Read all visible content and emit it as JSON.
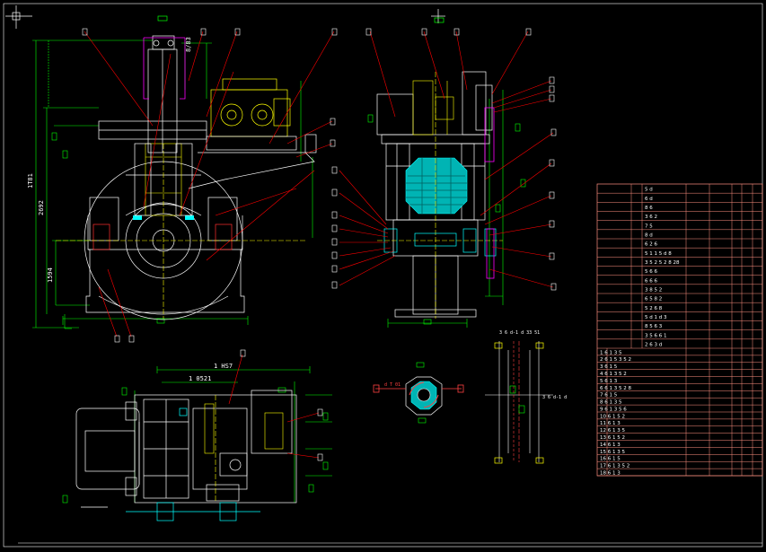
{
  "drawing": {
    "dim_front_total": "1T81",
    "dim_front_mid": "2692",
    "dim_front_lower": "1594",
    "dim_top": "8/83",
    "dim_plan_outer": "1 HS7",
    "dim_plan_inner": "1 0521",
    "section_label_upper": "3 6 d-1 d 33 51",
    "section_label_right": "3 6 d-1 d",
    "pin_label": "d T 01"
  },
  "table": {
    "upper_rows": [
      "5 d",
      "6 d",
      "8 6",
      "3 6 2",
      "7 5",
      "8 d",
      "6 2 6",
      "5 1 1 5 d 8",
      "3 5 2 5 2 8 28",
      "5 6 6",
      "6 6 6",
      "3 8 5 2",
      "6 5 8 2",
      "5 2 6 8",
      "5 d 1 d 3",
      "8 5 6 3",
      "3 5 6 6 1",
      "2 6 3 d"
    ],
    "lower_rows": [
      "1 6 1 3 5",
      "2 6 1 5 3 5 2",
      "3 6 1 5",
      "4 6 1 3 5 2",
      "5 6 1 3",
      "6 6 1 3 5 2 8",
      "7 6 1 5",
      "8 6 1 3 5",
      "9 6 1 3 5 6",
      "10 6 1 5 2",
      "11 6 1 3",
      "12 6 1 3 5",
      "13 6 1 5 2",
      "14 6 1 3",
      "15 6 1 3 5",
      "16 6 1 5",
      "17 6 1 3 5 2",
      "18 6 1 3"
    ]
  },
  "colors": {
    "background": "#000000",
    "outline": "#ffffff",
    "dimension": "#00ff00",
    "leader": "#ff0000",
    "hidden": "#ffff00",
    "guard": "#ff00ff",
    "center": "#00ffff",
    "table_border": "#ff9080"
  }
}
